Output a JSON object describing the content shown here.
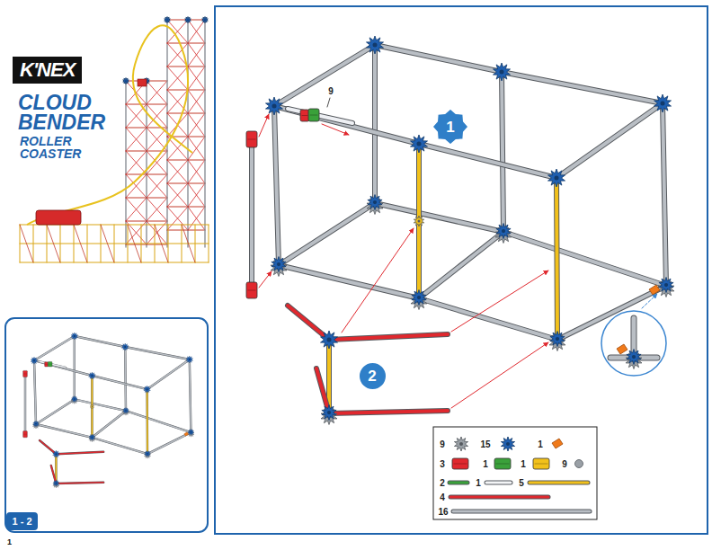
{
  "diagram": {
    "title": "CLOUD BENDER",
    "nodes": [
      {
        "text": [
          "1"
        ]
      },
      {
        "text": [
          "2"
        ]
      },
      {
        "text": [
          "1 - 2"
        ]
      }
    ],
    "labels": [
      "K'NEX",
      "ROLLER COASTER",
      "9",
      "1"
    ],
    "legend": [
      {
        "text": "9"
      },
      {
        "text": "15"
      },
      {
        "text": "1"
      },
      {
        "text": "3"
      },
      {
        "text": "1"
      },
      {
        "text": "1"
      },
      {
        "text": "9"
      },
      {
        "text": "2"
      },
      {
        "text": "1"
      },
      {
        "text": "5"
      },
      {
        "text": "4"
      },
      {
        "text": "16"
      }
    ]
  }
}
